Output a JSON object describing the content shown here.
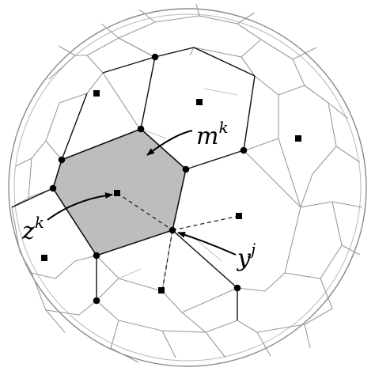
{
  "colors": {
    "background": "#ffffff",
    "outer_edges": "#8a8a8a",
    "inner_edges": "#b0b0b0",
    "highlight_edges": "#111111",
    "highlight_fill": "#bdbdbd",
    "vertex": "#000000",
    "center": "#000000"
  },
  "labels": {
    "m": {
      "base": "m",
      "sup": "k"
    },
    "z": {
      "base": "z",
      "sup": "k"
    },
    "y": {
      "base": "y",
      "sup": "j"
    }
  }
}
